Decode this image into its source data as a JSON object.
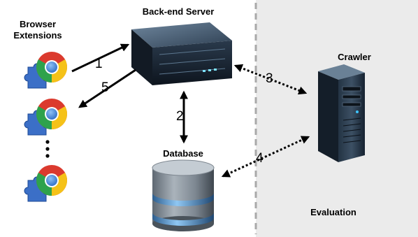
{
  "labels": {
    "browser_extensions_line1": "Browser",
    "browser_extensions_line2": "Extensions",
    "backend_server": "Back-end Server",
    "crawler": "Crawler",
    "database": "Database",
    "evaluation": "Evaluation"
  },
  "edges": {
    "e1": "1",
    "e2": "2",
    "e3": "3",
    "e4": "4",
    "e5": "5"
  },
  "colors": {
    "evaluation_panel": "#ebebeb",
    "divider": "#a9a9a9",
    "arrow": "#000000"
  },
  "icons": {
    "extension": "chrome-extension-icon",
    "server": "rack-server-icon",
    "crawler": "tower-computer-icon",
    "database": "database-cylinder-icon",
    "ellipsis": "vertical-ellipsis"
  }
}
